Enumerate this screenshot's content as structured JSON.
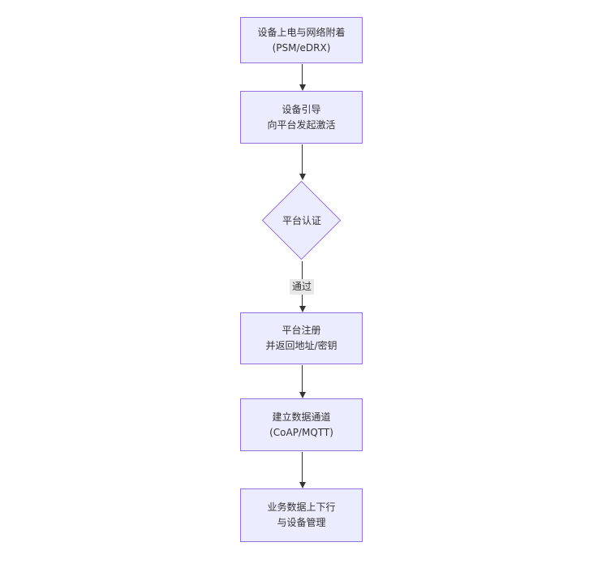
{
  "flow": {
    "type": "flowchart-vertical",
    "nodes": [
      {
        "shape": "rect",
        "lines": [
          "设备上电与网络附着",
          "(PSM/eDRX)"
        ]
      },
      {
        "shape": "rect",
        "lines": [
          "设备引导",
          "向平台发起激活"
        ]
      },
      {
        "shape": "diamond",
        "lines": [
          "平台认证"
        ]
      },
      {
        "shape": "rect",
        "lines": [
          "平台注册",
          "并返回地址/密钥"
        ]
      },
      {
        "shape": "rect",
        "lines": [
          "建立数据通道",
          "(CoAP/MQTT)"
        ]
      },
      {
        "shape": "rect",
        "lines": [
          "业务数据上下行",
          "与设备管理"
        ]
      }
    ],
    "edges": [
      {
        "from": 0,
        "to": 1,
        "label": ""
      },
      {
        "from": 1,
        "to": 2,
        "label": ""
      },
      {
        "from": 2,
        "to": 3,
        "label": "通过"
      },
      {
        "from": 3,
        "to": 4,
        "label": ""
      },
      {
        "from": 4,
        "to": 5,
        "label": ""
      }
    ],
    "colors": {
      "node_fill": "#ECECFF",
      "node_border": "#9370DB",
      "text": "#333333",
      "arrow": "#333333",
      "edge_label_bg": "#E8E8E8"
    }
  }
}
